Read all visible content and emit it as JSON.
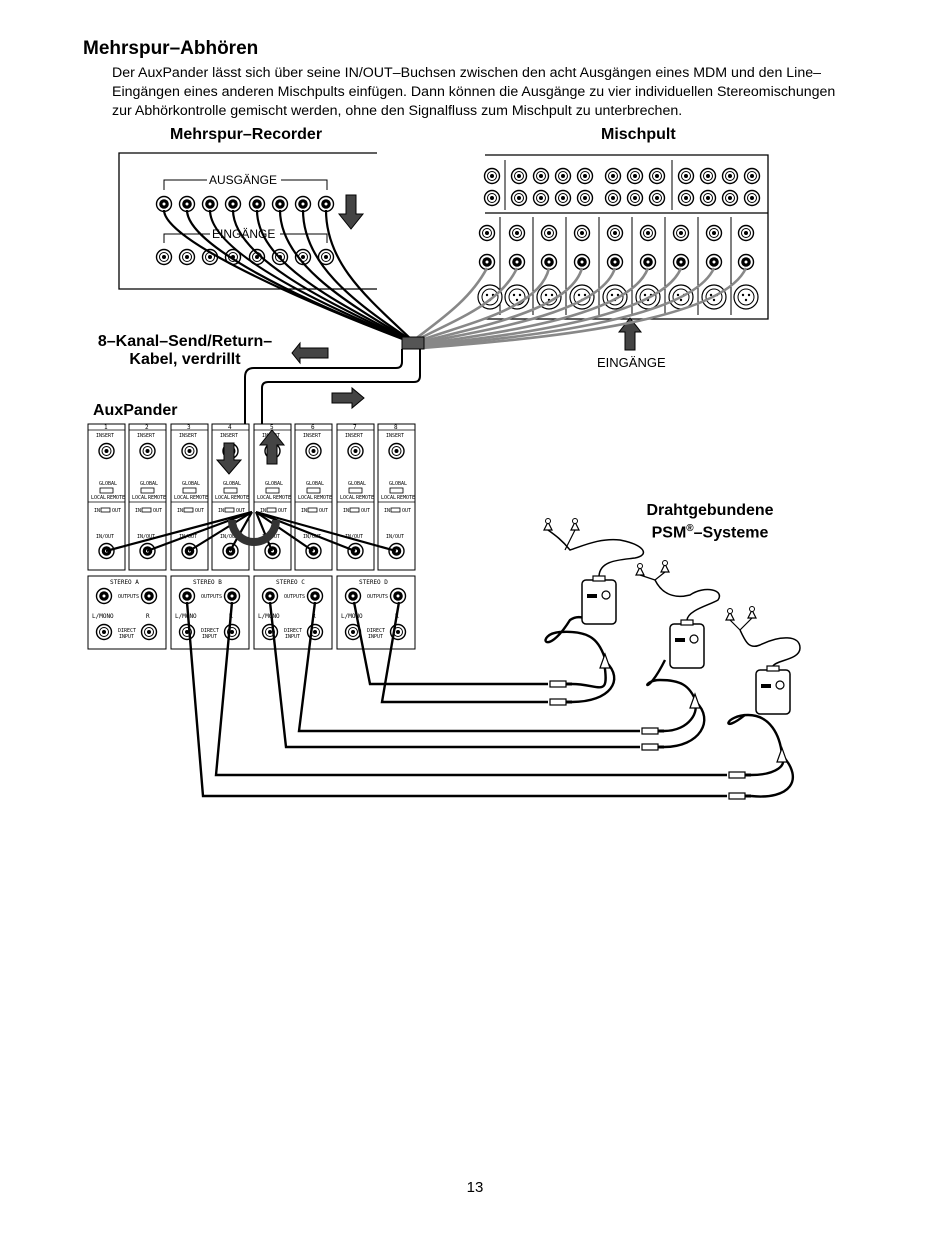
{
  "heading": "Mehrspur–Abhören",
  "intro": "Der AuxPander lässt sich über seine IN/OUT–Buchsen zwischen den acht Ausgängen eines MDM und den Line–Eingängen eines anderen Mischpults einfügen. Dann können die Ausgänge zu vier individuellen Stereomischungen zur Abhörkontrolle gemischt werden, ohne den Signalfluss zum Mischpult zu unterbrechen.",
  "labels": {
    "recorder": "Mehrspur–Recorder",
    "mixer": "Mischpult",
    "cable_line1": "8–Kanal–Send/Return–",
    "cable_line2": "Kabel, verdrillt",
    "auxpander": "AuxPander",
    "psm_line1": "Drahtgebundene",
    "psm_line2_pre": "PSM",
    "psm_reg": "®",
    "psm_line2_post": "–Systeme",
    "mixer_inputs": "EINGÄNGE"
  },
  "recorder": {
    "outputs_label": "AUSGÄNGE",
    "inputs_label": "EINGÄNGE"
  },
  "channel_strip": {
    "numbers": [
      "1",
      "2",
      "3",
      "4",
      "5",
      "6",
      "7",
      "8"
    ],
    "insert": "INSERT",
    "global": "GLOBAL",
    "local": "LOCAL",
    "remote": "REMOTE",
    "in": "IN",
    "out": "OUT",
    "in_out": "IN/OUT"
  },
  "stereo": {
    "sections": [
      "STEREO A",
      "STEREO B",
      "STEREO C",
      "STEREO D"
    ],
    "outputs": "OUTPUTS",
    "l_mono": "L/MONO",
    "r": "R",
    "direct_line1": "DIRECT",
    "direct_line2": "INPUT"
  },
  "page_number": "13"
}
